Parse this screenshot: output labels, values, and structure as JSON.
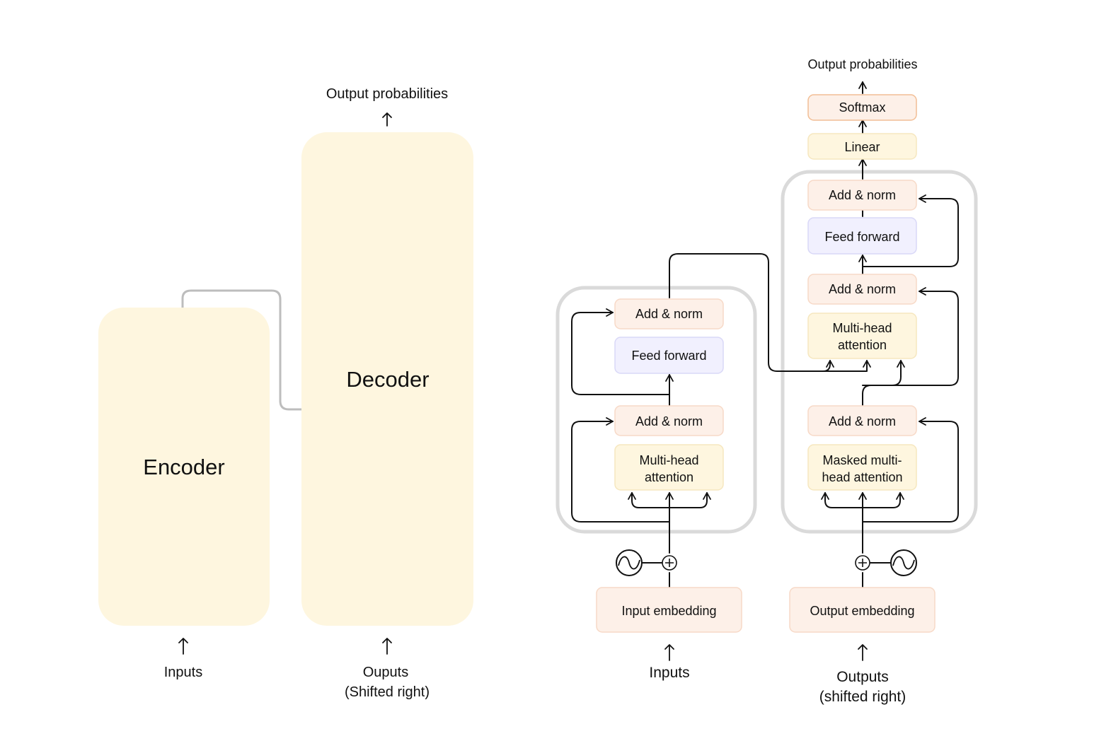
{
  "simple": {
    "encoder_label": "Encoder",
    "decoder_label": "Decoder",
    "output_label": "Output probabilities",
    "inputs_label": "Inputs",
    "outputs_line1": "Ouputs",
    "outputs_line2": "(Shifted right)"
  },
  "detailed": {
    "encoder": {
      "add_norm_top": "Add & norm",
      "feed_forward": "Feed forward",
      "add_norm_bottom": "Add & norm",
      "attention_line1": "Multi-head",
      "attention_line2": "attention",
      "input_embedding": "Input embedding",
      "inputs_label": "Inputs"
    },
    "decoder": {
      "output_label": "Output probabilities",
      "softmax": "Softmax",
      "linear": "Linear",
      "add_norm_top": "Add & norm",
      "feed_forward": "Feed forward",
      "add_norm_mid": "Add & norm",
      "cross_attention_line1": "Multi-head",
      "cross_attention_line2": "attention",
      "add_norm_bottom": "Add & norm",
      "masked_attention_line1": "Masked multi-",
      "masked_attention_line2": "head attention",
      "output_embedding": "Output embedding",
      "outputs_line1": "Outputs",
      "outputs_line2": "(shifted right)"
    }
  },
  "colors": {
    "yellow_fill": "#FEF6DF",
    "yellow_stroke": "#F6E7BF",
    "peach_fill": "#FDF0E8",
    "peach_stroke": "#F7D9C7",
    "orange_stroke": "#F2BE95",
    "lavender_fill": "#F1F0FE",
    "lavender_stroke": "#D9D8F7",
    "block_stroke": "#DADADA",
    "line": "#111111"
  }
}
